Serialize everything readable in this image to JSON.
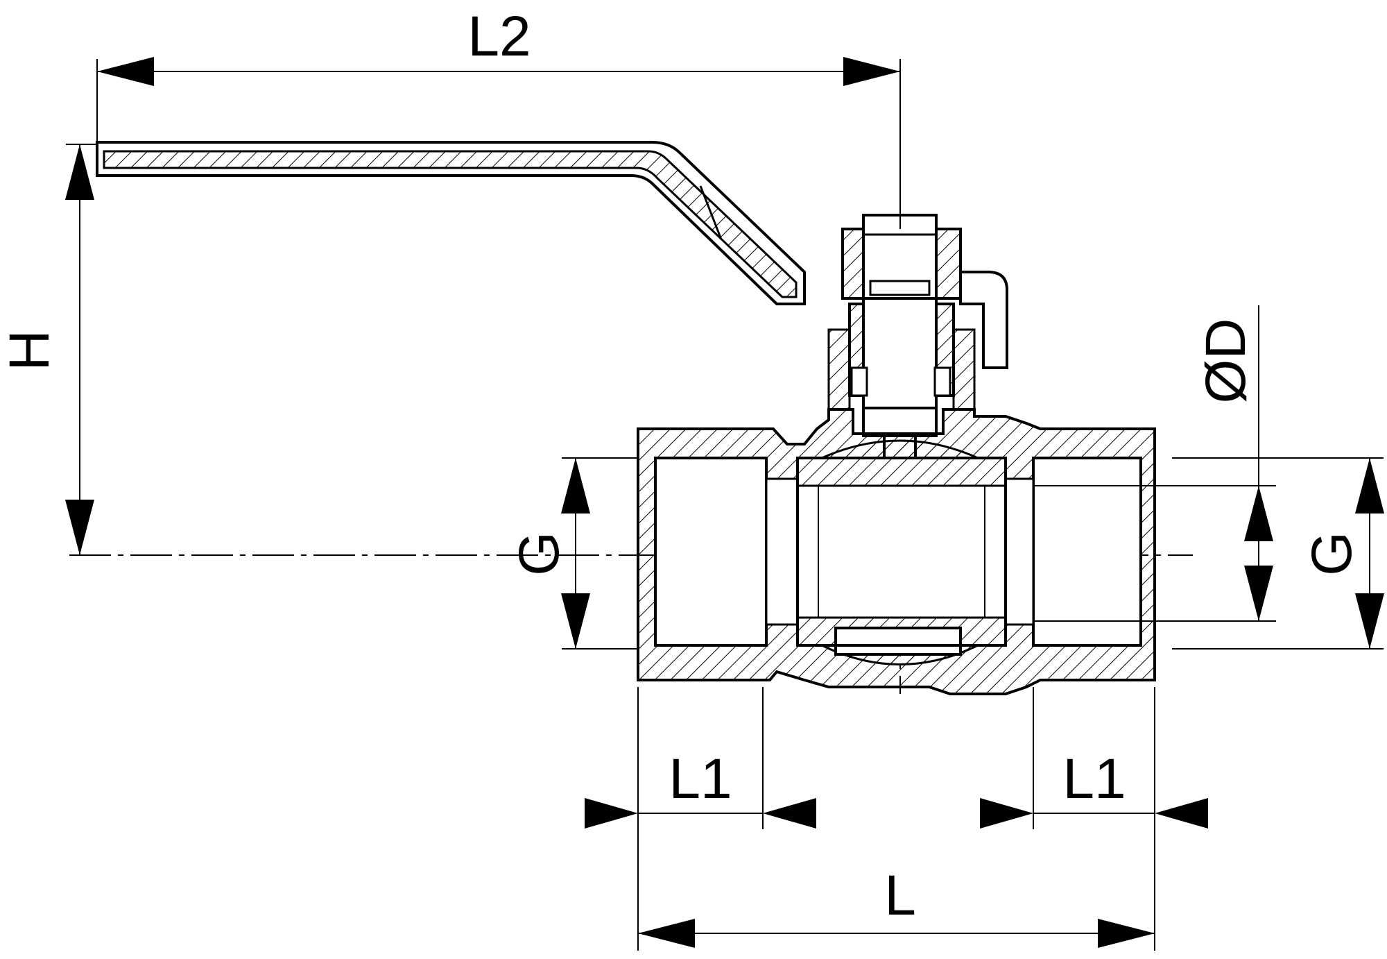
{
  "dimensions": {
    "L2": "L2",
    "H": "H",
    "D": "ØD",
    "G_left": "G",
    "G_right": "G",
    "L1_left": "L1",
    "L1_right": "L1",
    "L": "L"
  }
}
